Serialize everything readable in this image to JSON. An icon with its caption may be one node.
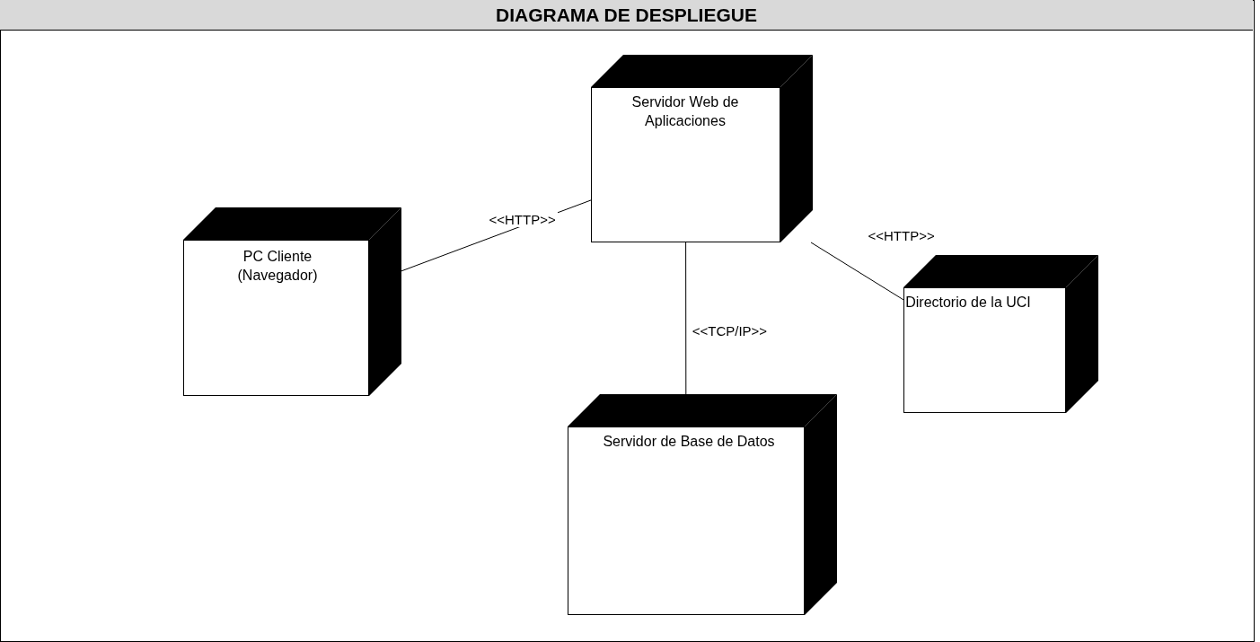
{
  "diagram": {
    "title": "DIAGRAMA DE DESPLIEGUE",
    "nodes": [
      {
        "text": [
          "Servidor Web de Aplicaciones"
        ]
      },
      {
        "text": [
          "PC Cliente (Navegador)"
        ]
      },
      {
        "text": [
          "Directorio de la UCI"
        ]
      },
      {
        "text": [
          "Servidor de Base de Datos"
        ]
      }
    ],
    "edges": [
      {
        "from": 0,
        "to": 1,
        "arrow": "none",
        "label": "<<HTTP>>"
      },
      {
        "from": 0,
        "to": 2,
        "arrow": "none",
        "label": "<<HTTP>>"
      },
      {
        "from": 0,
        "to": 3,
        "arrow": "none",
        "label": "<<TCP/IP>>"
      }
    ]
  }
}
